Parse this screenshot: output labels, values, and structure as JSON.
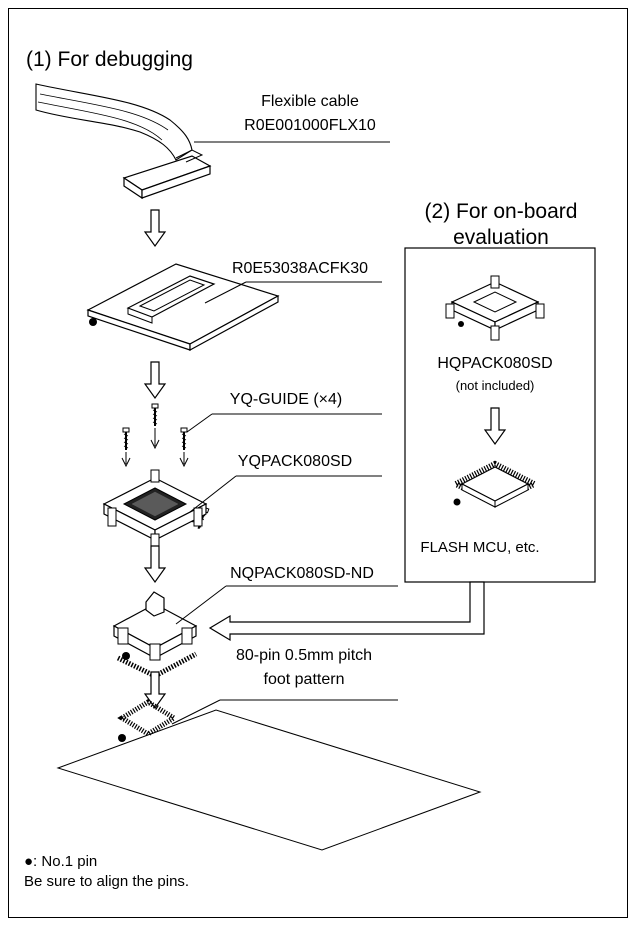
{
  "section_debug": {
    "title": "(1) For debugging"
  },
  "section_onboard": {
    "title_line1": "(2) For on-board",
    "title_line2": "evaluation"
  },
  "labels": {
    "flex_cable_line1": "Flexible cable",
    "flex_cable_line2": "R0E001000FLX10",
    "emulator_board": "R0E53038ACFK30",
    "yq_guide": "YQ-GUIDE (×4)",
    "yqpack": "YQPACK080SD",
    "nqpack": "NQPACK080SD-ND",
    "foot_pattern_line1": "80-pin 0.5mm pitch",
    "foot_pattern_line2": "foot pattern",
    "hqpack": "HQPACK080SD",
    "hqpack_note": "(not included)",
    "flash_mcu": "FLASH MCU, etc."
  },
  "notes": {
    "pin1": "●: No.1 pin",
    "align": "Be sure to align the pins."
  },
  "icons": [
    "ribbon-cable-icon",
    "board-icon",
    "guide-pin-icon",
    "yqpack-socket-icon",
    "nqpack-socket-icon",
    "hqpack-socket-icon",
    "mcu-chip-icon",
    "foot-pattern-icon",
    "down-arrow-icon",
    "route-arrow-icon"
  ]
}
